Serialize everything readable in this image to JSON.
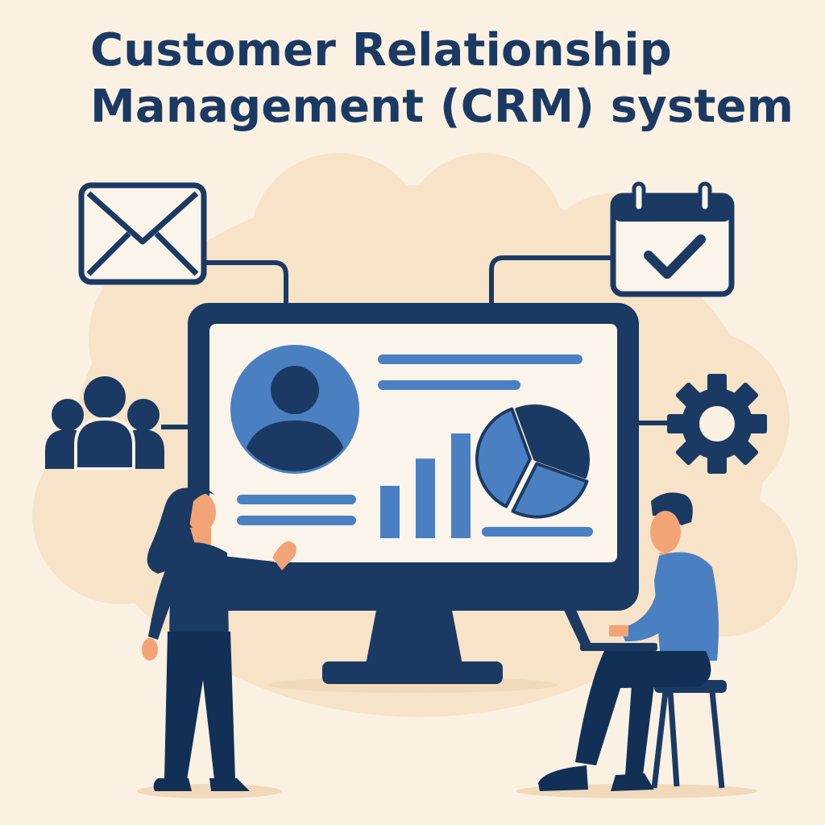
{
  "title": {
    "line1": "Customer Relationship",
    "line2": "Management (CRM) system"
  },
  "colors": {
    "navy": "#1b3a63",
    "blue": "#4a80c1",
    "background": "#fbf1e3",
    "cloud": "#f6e3c8",
    "screen": "#fbf4ea",
    "skin": "#f2a476"
  },
  "icons": [
    "envelope-icon",
    "calendar-check-icon",
    "users-group-icon",
    "gear-icon",
    "user-avatar-icon",
    "pie-chart-icon"
  ],
  "dashboard": {
    "bar_chart_levels": [
      0.5,
      0.76,
      1.0
    ],
    "pie_slices": [
      0.36,
      0.27,
      0.37
    ]
  }
}
